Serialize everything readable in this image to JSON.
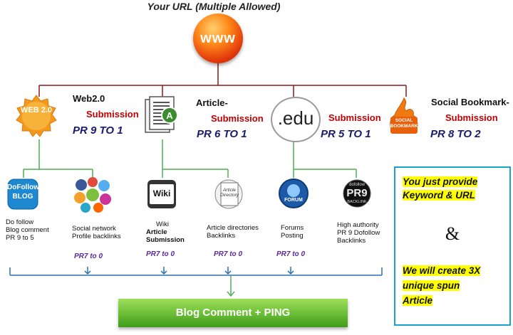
{
  "header": {
    "title": "Your URL (Multiple Allowed)",
    "www_label": "www"
  },
  "categories": [
    {
      "title": "Web2.0",
      "submission": "Submission",
      "pr": "PR 9 TO 1",
      "badge": "WEB 2.0",
      "icon": "web20-badge-icon"
    },
    {
      "title": "Article-",
      "submission": "Submission",
      "pr": "PR 6 TO 1",
      "icon": "article-document-icon"
    },
    {
      "title": ".edu",
      "submission": "Submission",
      "pr": "PR 5 TO 1",
      "icon": "edu-icon"
    },
    {
      "title": "Social Bookmark-",
      "submission": "Submission",
      "pr": "PR 8 TO 2",
      "badge": "SOCIAL BOOKMARK",
      "icon": "social-bookmark-icon"
    }
  ],
  "subitems": [
    {
      "icon_label": "DoFollow BLOG",
      "line1": "Do follow",
      "line2": "Blog comment",
      "line3": "PR 9 to 5",
      "icon": "dofollow-blog-icon"
    },
    {
      "line1": "Social network",
      "line2": "Profile backlinks",
      "pr": "PR7 to 0",
      "icon": "social-network-icon"
    },
    {
      "icon_label": "Wiki",
      "line1": "Wiki",
      "line2": "Article",
      "line3": "Submission",
      "pr": "PR7 to 0",
      "icon": "wiki-icon"
    },
    {
      "icon_label": "Article Directory",
      "line1": "Article directories",
      "line2": "Backlinks",
      "pr": "PR7 to 0",
      "icon": "article-directory-icon"
    },
    {
      "icon_label": "FORUM",
      "line1": "Forums",
      "line2": "Posting",
      "pr": "PR7 to 0",
      "icon": "forum-icon"
    },
    {
      "icon_top": "dofollow",
      "icon_label": "PR9",
      "icon_bottom": "BACKLINK",
      "line1": "High authority",
      "line2": "PR 9 Dofollow",
      "line3": "Backlinks",
      "icon": "pr9-backlink-icon"
    }
  ],
  "infobox": {
    "line1": "You just provide",
    "line2": "Keyword & URL",
    "amp": "&",
    "line3": "We will create 3X",
    "line4": "unique spun",
    "line5": "Article"
  },
  "banner": {
    "label": "Blog Comment + PING"
  },
  "colors": {
    "connector": "#8b1a1a",
    "green_connector": "#4caf50",
    "blue_connector": "#2a6fb5",
    "info_border": "#1aa3c9",
    "highlight": "#ffff00"
  }
}
